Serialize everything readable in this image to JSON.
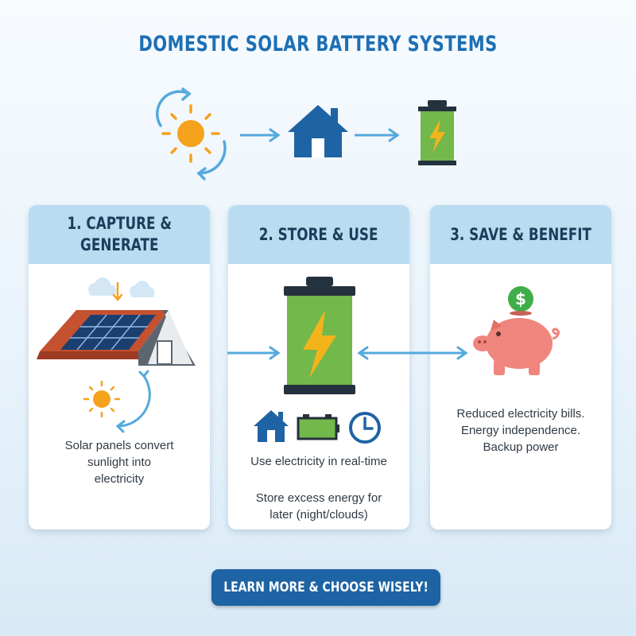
{
  "title": "DOMESTIC SOLAR BATTERY SYSTEMS",
  "top_flow": {
    "icons": [
      "sun-icon",
      "house-icon",
      "battery-icon"
    ]
  },
  "steps": [
    {
      "heading": "1. CAPTURE &\nGENERATE",
      "text": "Solar panels convert\nsunlight into\nelectricity"
    },
    {
      "heading": "2. STORE & USE",
      "text_use": "Use electricity in real-time",
      "text_store": "Store excess energy for\nlater (night/clouds)"
    },
    {
      "heading": "3. SAVE & BENEFIT",
      "text": "Reduced electricity bills.\nEnergy independence.\nBackup power"
    }
  ],
  "money_symbol": "$",
  "cta_label": "LEARN MORE & CHOOSE WISELY!",
  "colors": {
    "title": "#1d6fb5",
    "header": "#b9dcf1",
    "button": "#1e63a4",
    "arrow": "#55a9dc",
    "battery": "#72b84a",
    "bolt": "#f3b31b",
    "sun": "#f5a21c",
    "house": "#1e63a4",
    "piggy": "#ef857d"
  }
}
